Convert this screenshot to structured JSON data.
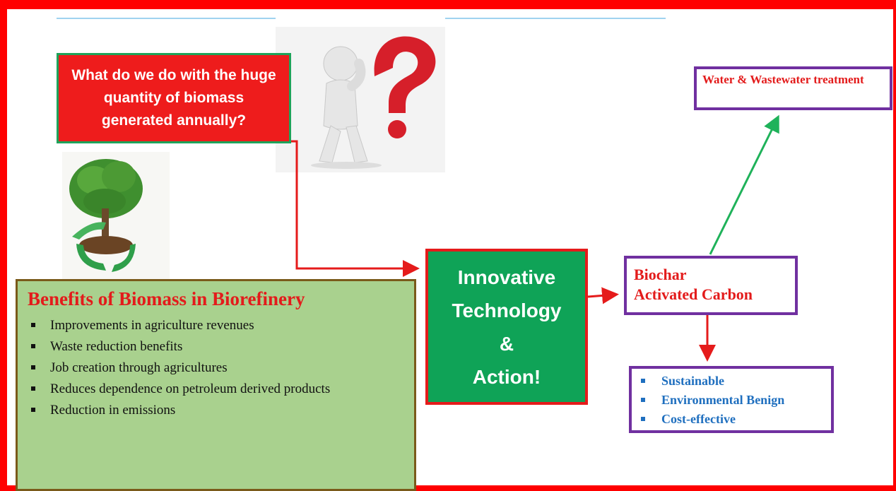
{
  "question": {
    "text": "What do we do with the huge quantity of biomass generated annually?"
  },
  "benefits": {
    "title": "Benefits of Biomass in Biorefinery",
    "items": [
      "Improvements in agriculture revenues",
      "Waste reduction benefits",
      "Job creation through agricultures",
      "Reduces dependence on petroleum derived products",
      "Reduction in emissions"
    ]
  },
  "innovation": {
    "lines": [
      "Innovative",
      "Technology",
      "&",
      "Action!"
    ]
  },
  "products": {
    "lines": [
      "Biochar",
      "Activated Carbon"
    ]
  },
  "application": {
    "text": "Water & Wastewater treatment"
  },
  "properties": {
    "items": [
      "Sustainable",
      "Environmental Benign",
      "Cost-effective"
    ]
  },
  "colors": {
    "frame": "#ff0000",
    "question_fill": "#ee1c1c",
    "question_border": "#1ea35a",
    "benefits_fill": "#a9d18e",
    "innovation_fill": "#0fa357",
    "box_border": "#7030a0",
    "arrow_red": "#e51b1b",
    "arrow_green": "#1fb25a",
    "property_text": "#1f6fbf"
  },
  "icons": {
    "thinking_person": "question-person-icon",
    "tree_recycle": "tree-recycle-icon"
  }
}
